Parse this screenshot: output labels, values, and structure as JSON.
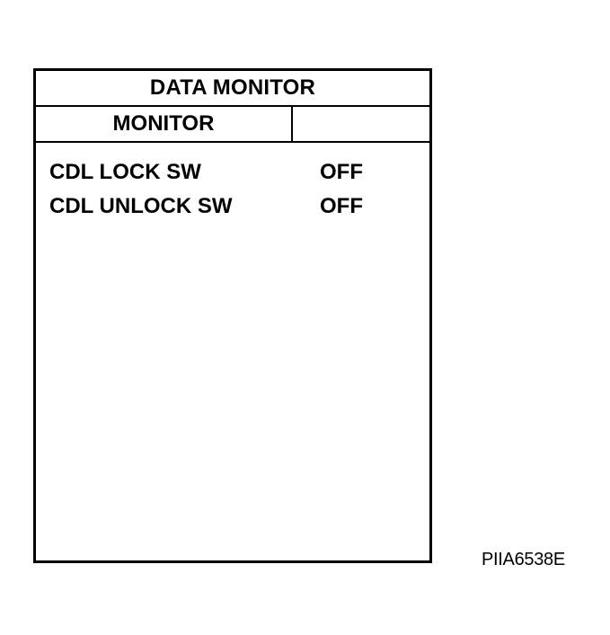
{
  "screen": {
    "title": "DATA MONITOR",
    "header": {
      "monitor_label": "MONITOR",
      "side_label": ""
    },
    "rows": [
      {
        "label": "CDL LOCK SW",
        "value": "OFF"
      },
      {
        "label": "CDL UNLOCK SW",
        "value": "OFF"
      }
    ]
  },
  "figure_id": "PIIA6538E"
}
